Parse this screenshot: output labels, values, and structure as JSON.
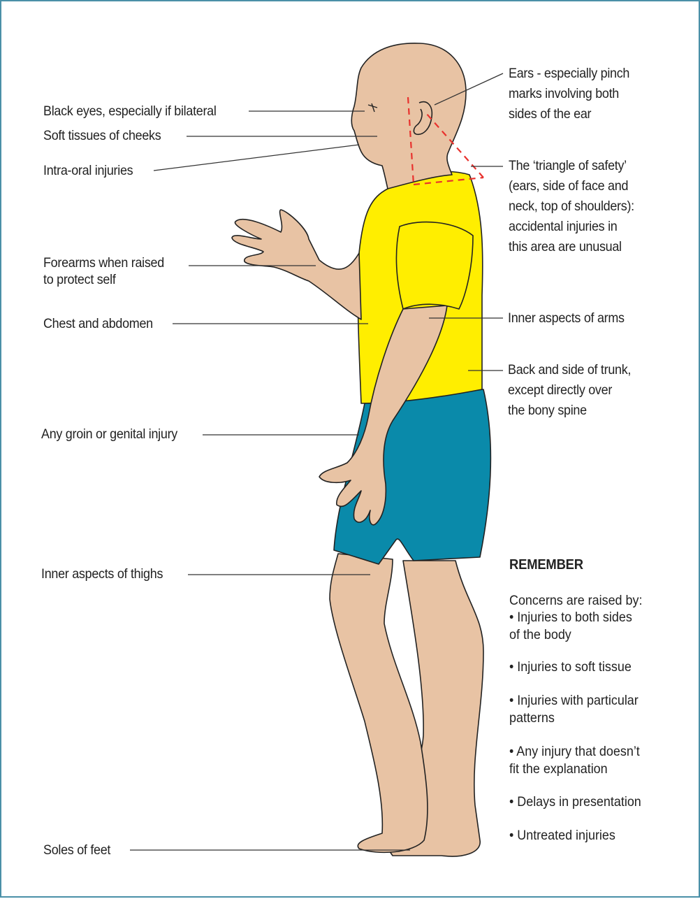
{
  "colors": {
    "skin": "#e8c3a4",
    "shirt": "#ffee00",
    "shorts": "#0a8aaa",
    "outline": "#222222",
    "triangle": "#e8322e",
    "frame": "#4a90a8"
  },
  "labels": {
    "black_eyes": "Black eyes, especially if bilateral",
    "cheeks": "Soft tissues of cheeks",
    "intra_oral": "Intra-oral injuries",
    "forearms": "Forearms when raised\nto protect self",
    "chest": "Chest and abdomen",
    "groin": "Any groin or genital injury",
    "thighs": "Inner aspects of thighs",
    "soles": "Soles of feet",
    "ears": "Ears - especially pinch\nmarks involving both\nsides of the ear",
    "triangle": "The ‘triangle of safety’\n(ears, side of face and\nneck, top of shoulders):\naccidental injuries in\nthis area are unusual",
    "inner_arms": "Inner aspects of arms",
    "back_trunk": "Back and side of trunk,\nexcept directly over\nthe bony spine"
  },
  "remember": {
    "title": "REMEMBER",
    "intro": "Concerns are raised by:",
    "items": [
      "• Injuries to both sides\n   of the body",
      "• Injuries to soft tissue",
      "• Injuries with particular\n   patterns",
      "• Any injury that doesn’t\n   fit the explanation",
      "• Delays in presentation",
      "• Untreated injuries"
    ]
  }
}
